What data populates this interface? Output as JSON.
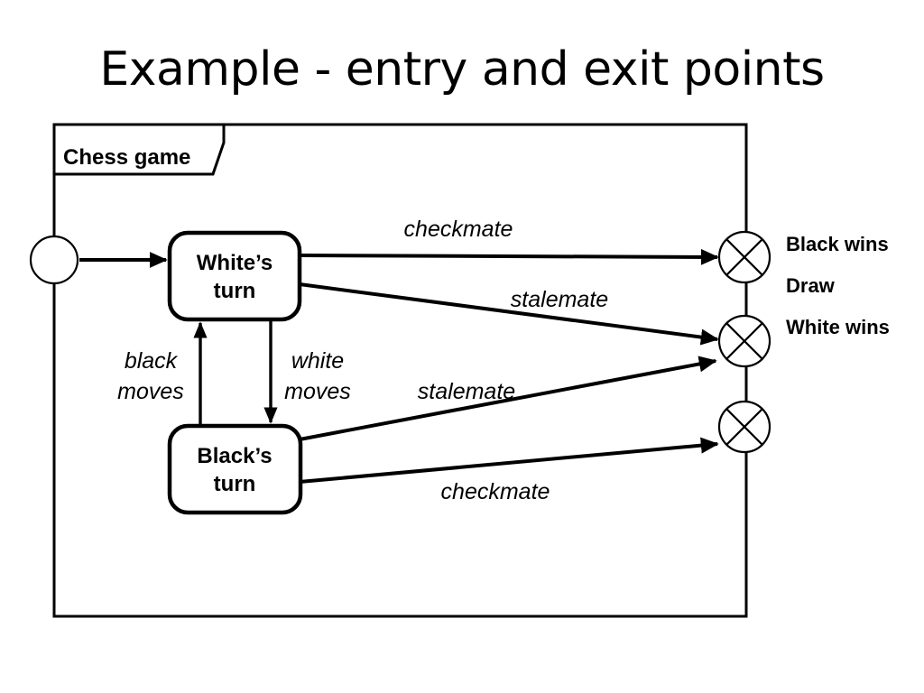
{
  "slide": {
    "title": "Example - entry and exit points"
  },
  "diagram": {
    "type": "uml-state-machine",
    "frame_name": "Chess game",
    "colors": {
      "background": "#ffffff",
      "stroke": "#000000",
      "text": "#000000"
    },
    "states": [
      {
        "id": "white-turn",
        "label_line1": "White’s",
        "label_line2": "turn"
      },
      {
        "id": "black-turn",
        "label_line1": "Black’s",
        "label_line2": "turn"
      }
    ],
    "entry_points": [
      {
        "id": "entry-start",
        "label": ""
      }
    ],
    "exit_points": [
      {
        "id": "exit-black-wins",
        "label": "Black wins"
      },
      {
        "id": "exit-draw",
        "label": "Draw"
      },
      {
        "id": "exit-white-wins",
        "label": "White wins"
      }
    ],
    "transitions": [
      {
        "id": "start-to-white",
        "from": "entry-start",
        "to": "white-turn",
        "label": ""
      },
      {
        "id": "white-checkmate",
        "from": "white-turn",
        "to": "exit-black-wins",
        "label": "checkmate"
      },
      {
        "id": "white-stalemate",
        "from": "white-turn",
        "to": "exit-draw",
        "label": "stalemate"
      },
      {
        "id": "white-to-black",
        "from": "white-turn",
        "to": "black-turn",
        "label_line1": "white",
        "label_line2": "moves"
      },
      {
        "id": "black-to-white",
        "from": "black-turn",
        "to": "white-turn",
        "label_line1": "black",
        "label_line2": "moves"
      },
      {
        "id": "black-stalemate",
        "from": "black-turn",
        "to": "exit-draw",
        "label": "stalemate"
      },
      {
        "id": "black-checkmate",
        "from": "black-turn",
        "to": "exit-white-wins",
        "label": "checkmate"
      }
    ]
  }
}
